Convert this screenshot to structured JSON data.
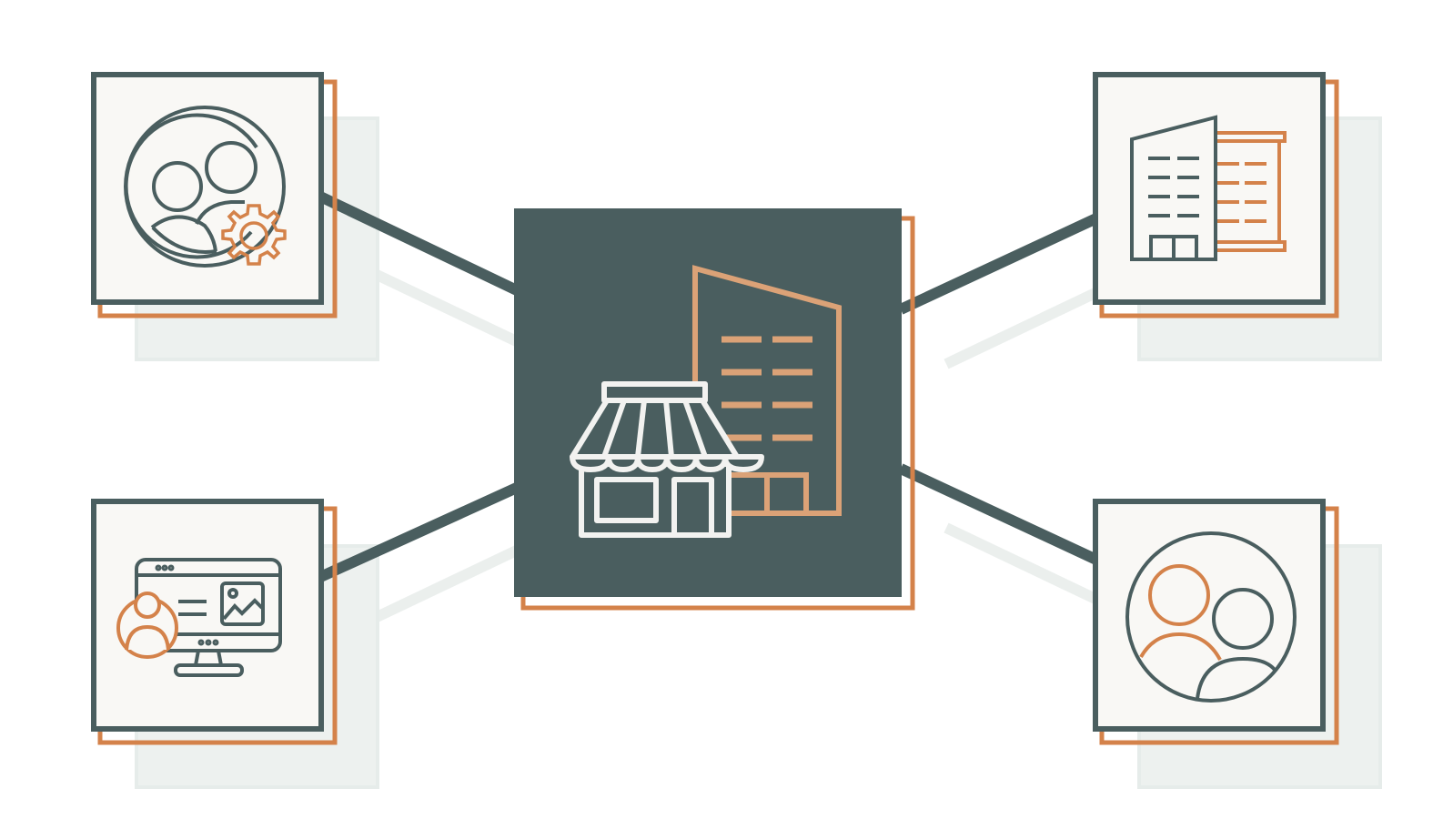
{
  "colors": {
    "primary": "#4a5e5f",
    "accent": "#d4824a",
    "accent_light": "#dba277",
    "card_background": "#f9f8f5",
    "shadow": "#e9eeec",
    "icon_on_dark": "#f2f2f0"
  },
  "diagram": {
    "center_node": {
      "icon": "storefront-and-office-building-icon"
    },
    "nodes": [
      {
        "position": "top-left",
        "icon": "team-settings-gear-icon"
      },
      {
        "position": "bottom-left",
        "icon": "online-profile-monitor-icon"
      },
      {
        "position": "top-right",
        "icon": "office-building-icon"
      },
      {
        "position": "bottom-right",
        "icon": "user-group-icon"
      }
    ]
  }
}
